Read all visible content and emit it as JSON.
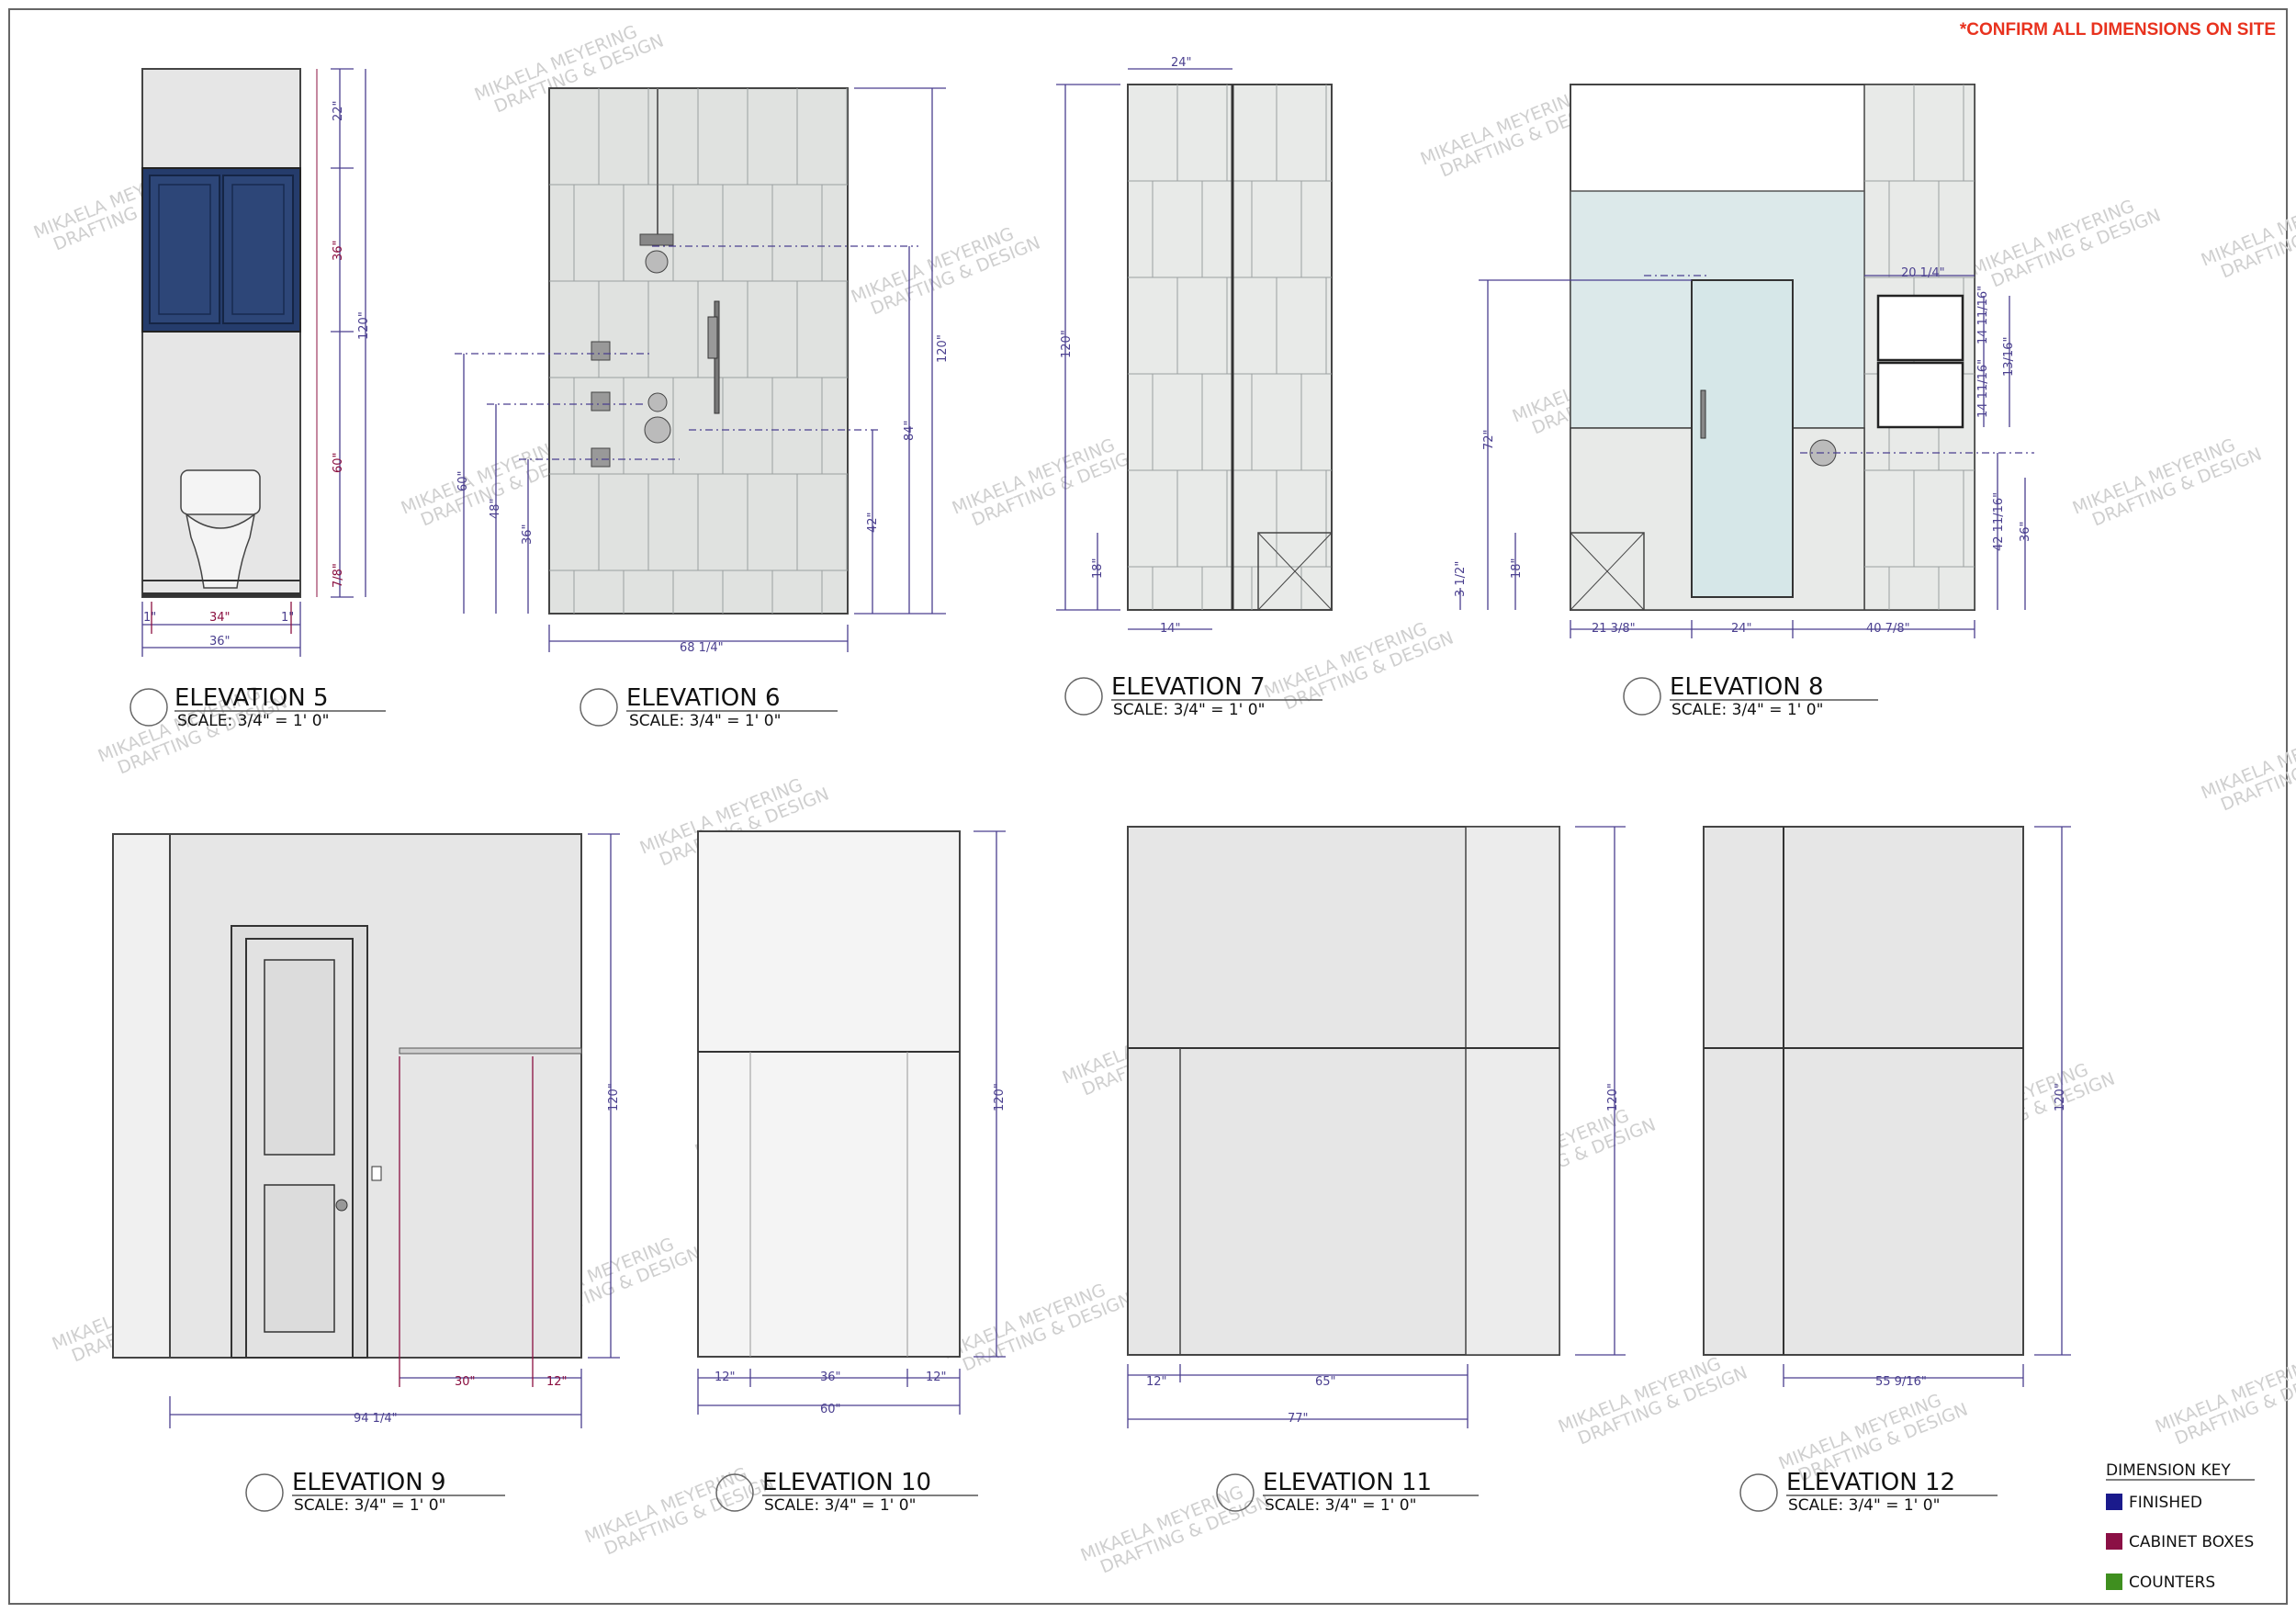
{
  "sheet": {
    "note": "*CONFIRM ALL DIMENSIONS ON SITE",
    "watermark": [
      "MIKAELA MEYERING",
      "DRAFTING & DESIGN"
    ],
    "colors": {
      "border": "#555555",
      "dim_finished": "#4a3f8f",
      "dim_cabinet": "#8b1040",
      "dim_counter": "#3a8f20",
      "cabinet_fill": "#253c6c",
      "tile_fill": "#e2e4e2",
      "wall_fill": "#e6e6e6",
      "glass_fill": "#dce9ea",
      "note_red": "#e8321e"
    }
  },
  "elevations": [
    {
      "id": "e5",
      "title": "ELEVATION 5",
      "scale": "SCALE: 3/4\" = 1' 0\""
    },
    {
      "id": "e6",
      "title": "ELEVATION 6",
      "scale": "SCALE: 3/4\" = 1' 0\""
    },
    {
      "id": "e7",
      "title": "ELEVATION 7",
      "scale": "SCALE: 3/4\" = 1' 0\""
    },
    {
      "id": "e8",
      "title": "ELEVATION 8",
      "scale": "SCALE: 3/4\" = 1' 0\""
    },
    {
      "id": "e9",
      "title": "ELEVATION 9",
      "scale": "SCALE: 3/4\" = 1' 0\""
    },
    {
      "id": "e10",
      "title": "ELEVATION 10",
      "scale": "SCALE: 3/4\" = 1' 0\""
    },
    {
      "id": "e11",
      "title": "ELEVATION 11",
      "scale": "SCALE: 3/4\" = 1' 0\""
    },
    {
      "id": "e12",
      "title": "ELEVATION 12",
      "scale": "SCALE: 3/4\" = 1' 0\""
    }
  ],
  "dims": {
    "e5": {
      "d22": "22\"",
      "d36v": "36\"",
      "d120": "120\"",
      "d60": "60\"",
      "d7_8": "7/8\"",
      "d1a": "1\"",
      "d34": "34\"",
      "d1b": "1\"",
      "d36h": "36\""
    },
    "e6": {
      "d120": "120\"",
      "d84": "84\"",
      "d42": "42\"",
      "d60": "60\"",
      "d48": "48\"",
      "d36": "36\"",
      "w": "68 1/4\""
    },
    "e7": {
      "top": "24\"",
      "d120": "120\"",
      "d18": "18\"",
      "bottom": "14\""
    },
    "e8": {
      "d20": "20 1/4\"",
      "d14a": "14 11/16\"",
      "d14b": "14 11/16\"",
      "d13": "13/16\"",
      "d72": "72\"",
      "d18": "18\"",
      "d3": "3 1/2\"",
      "d42": "42 11/16\"",
      "d36": "36\"",
      "w1": "21 3/8\"",
      "w2": "24\"",
      "w3": "40 7/8\""
    },
    "e9": {
      "d120": "120\"",
      "d30": "30\"",
      "d12": "12\"",
      "w": "94 1/4\""
    },
    "e10": {
      "d120": "120\"",
      "a": "12\"",
      "b": "36\"",
      "c": "12\"",
      "w": "60\""
    },
    "e11": {
      "d120": "120\"",
      "a": "12\"",
      "b": "65\"",
      "w": "77\""
    },
    "e12": {
      "d120": "120\"",
      "w": "55 9/16\""
    }
  },
  "legend": {
    "title": "DIMENSION KEY",
    "items": [
      {
        "label": "FINISHED",
        "color": "#1a1a8c"
      },
      {
        "label": "CABINET BOXES",
        "color": "#8b1045"
      },
      {
        "label": "COUNTERS",
        "color": "#3f8f1f"
      }
    ]
  }
}
